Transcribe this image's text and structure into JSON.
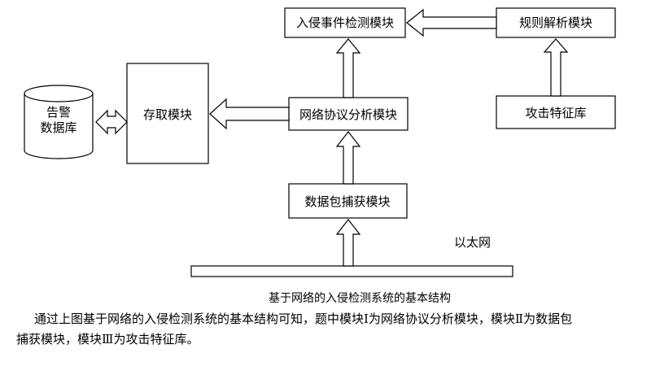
{
  "diagram": {
    "nodes": {
      "intrusion_event_detection": "入侵事件检测模块",
      "rule_parsing": "规则解析模块",
      "access_module": "存取模块",
      "protocol_analysis": "网络协议分析模块",
      "attack_signature_db": "攻击特征库",
      "packet_capture": "数据包捕获模块",
      "alert_db_line1": "告警",
      "alert_db_line2": "数据库",
      "ethernet": "以太网"
    }
  },
  "caption": "基于网络的入侵检测系统的基本结构",
  "paragraph": {
    "line1": "通过上图基于网络的入侵检测系统的基本结构可知，题中模块Ⅰ为网络协议分析模块，模块Ⅱ为数据包",
    "line2": "捕获模块，模块Ⅲ为攻击特征库。"
  }
}
